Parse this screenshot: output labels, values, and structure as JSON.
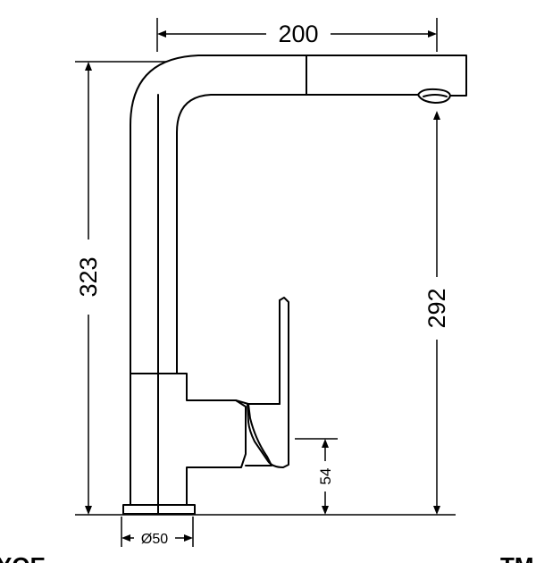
{
  "dimensions": {
    "width": "200",
    "height_total": "323",
    "spout_height": "292",
    "lever_height": "54",
    "base_diameter": "Ø50"
  },
  "edge_text": {
    "left": "YOE",
    "right": "TM"
  }
}
